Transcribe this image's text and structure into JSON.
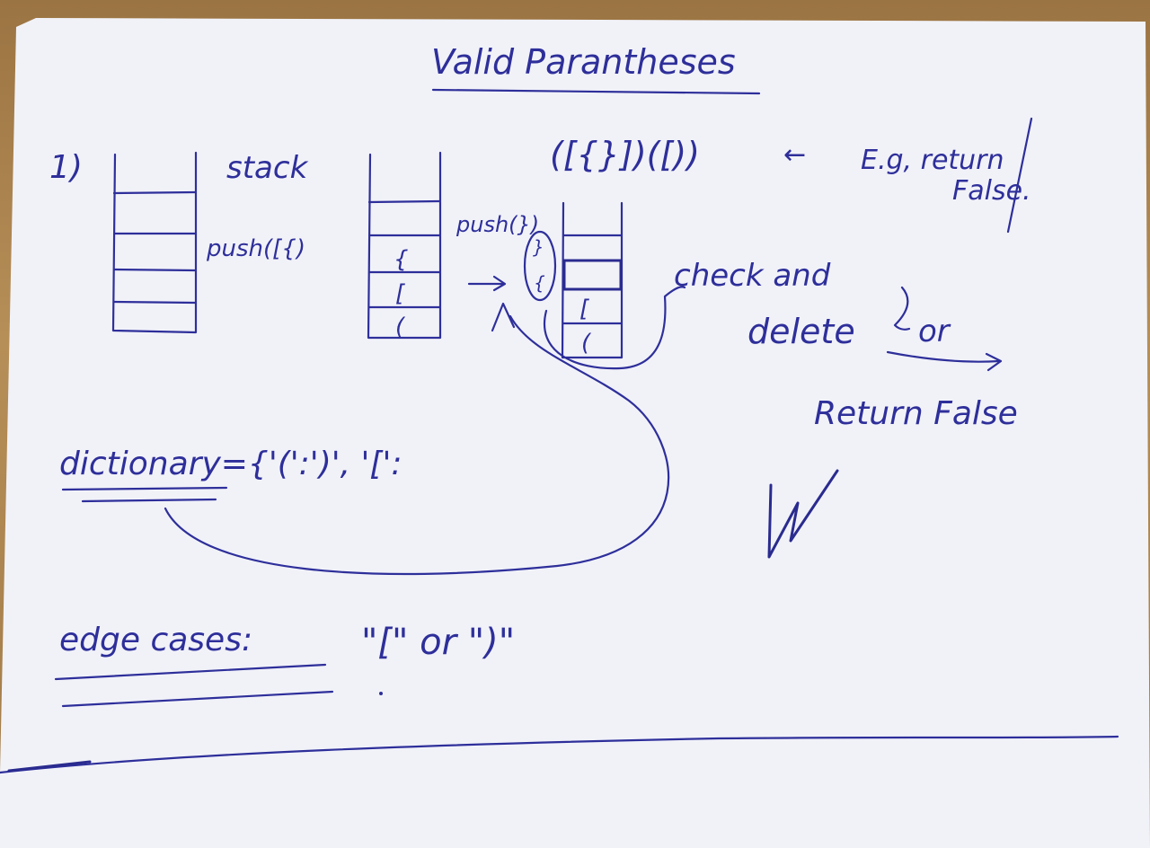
{
  "title": "Valid Parantheses",
  "step_number": "1)",
  "stack_label": "stack",
  "push_first": "push([{)",
  "push_second": "push(})",
  "example_expression": "([{}])([))",
  "example_arrow": "←",
  "example_note_1": "E.g, return",
  "example_note_2": "False.",
  "stack2_items": [
    "{",
    "[",
    "("
  ],
  "stack3_items": [
    "[",
    "("
  ],
  "circled_items": [
    "}",
    "{"
  ],
  "check_label": "check and",
  "delete_label": "delete",
  "or_label": "or",
  "return_false": "Return False",
  "dictionary_text": "dictionary={'(':')', '[':",
  "edge_cases_label": "edge cases:",
  "edge_cases_value": "\"[\" or \")\"",
  "ink_color": "#2e2f9a",
  "paper_color": "#f3f4f9"
}
